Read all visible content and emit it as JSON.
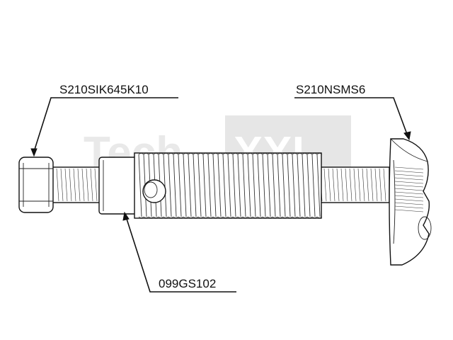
{
  "labels": {
    "screw": "S210SIK645K10",
    "nut": "S210NSMS6",
    "sleeve": "099GS102"
  },
  "watermark": {
    "left": "Tech",
    "right": "XXL"
  }
}
